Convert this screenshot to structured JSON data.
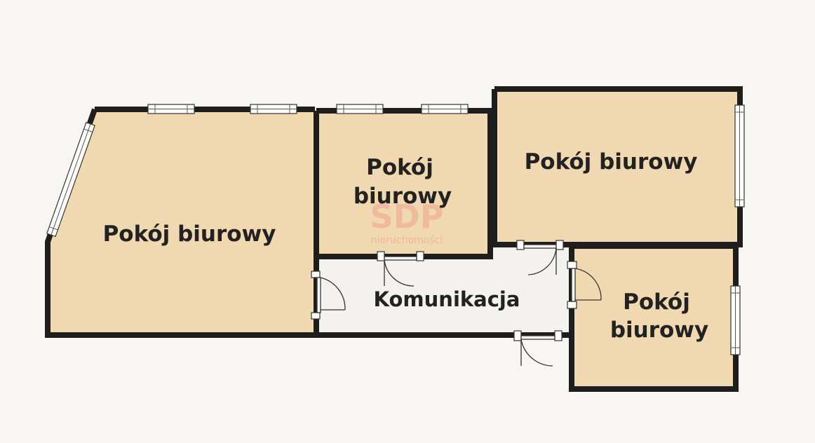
{
  "plan": {
    "colors": {
      "background": "#f7f6f2",
      "room_fill": "#f0d8b0",
      "corridor_fill": "#f3f2ef",
      "wall": "#1e1e1e",
      "label": "#222222",
      "watermark": "#ef9a86"
    },
    "rooms": {
      "room_left": {
        "label": "Pokój biurowy"
      },
      "room_mid_line1": "Pokój",
      "room_mid_line2": "biurowy",
      "room_right_top": {
        "label": "Pokój biurowy"
      },
      "room_bottom_right_line1": "Pokój",
      "room_bottom_right_line2": "biurowy",
      "corridor": {
        "label": "Komunikacja"
      }
    },
    "watermark": {
      "logo": "SDP",
      "subtitle": "nieruchomości"
    }
  }
}
